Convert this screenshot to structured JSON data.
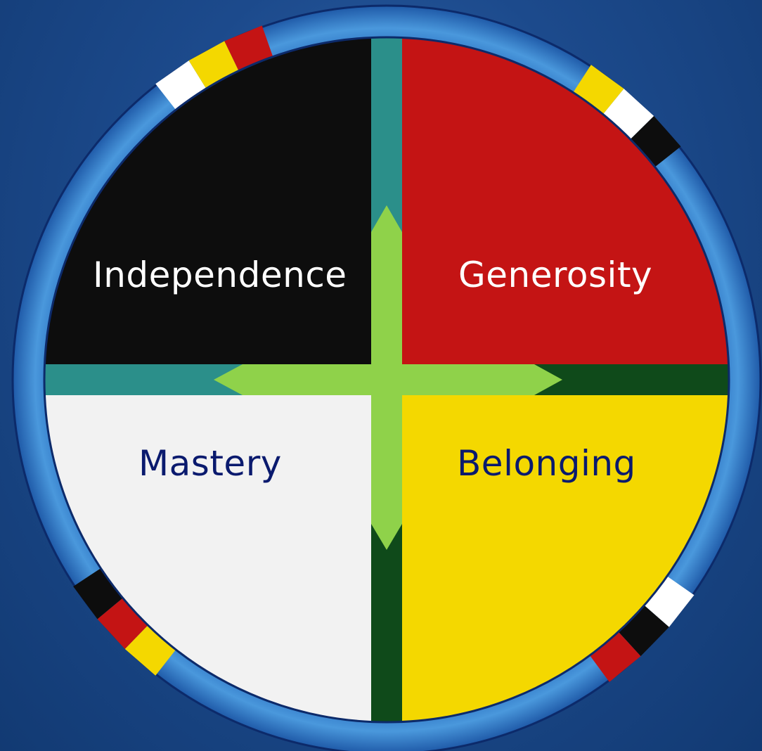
{
  "diagram": {
    "quadrants": [
      {
        "id": "nw",
        "label": "Independence",
        "fill": "#0d0d0d",
        "text_color": "#ffffff"
      },
      {
        "id": "ne",
        "label": "Generosity",
        "fill": "#c41414",
        "text_color": "#ffffff"
      },
      {
        "id": "sw",
        "label": "Mastery",
        "fill": "#f2f2f2",
        "text_color": "#0a1a6e"
      },
      {
        "id": "se",
        "label": "Belonging",
        "fill": "#f4d800",
        "text_color": "#0a1a6e"
      }
    ],
    "colors": {
      "background": "#1c4a8c",
      "ring": "#3a86d0",
      "ring_edge": "#0c2a6a",
      "cross_teal": "#2b8f8a",
      "cross_dark_green": "#0f4a1a",
      "arrow_green": "#8fd24a"
    },
    "ring_stripe_sets": [
      {
        "position": "top-left",
        "colors": [
          "#ffffff",
          "#f4d800",
          "#c41414"
        ]
      },
      {
        "position": "top-right",
        "colors": [
          "#f4d800",
          "#ffffff",
          "#0d0d0d"
        ]
      },
      {
        "position": "bottom-left",
        "colors": [
          "#f4d800",
          "#c41414",
          "#0d0d0d"
        ]
      },
      {
        "position": "bottom-right",
        "colors": [
          "#ffffff",
          "#0d0d0d",
          "#c41414"
        ]
      }
    ]
  }
}
